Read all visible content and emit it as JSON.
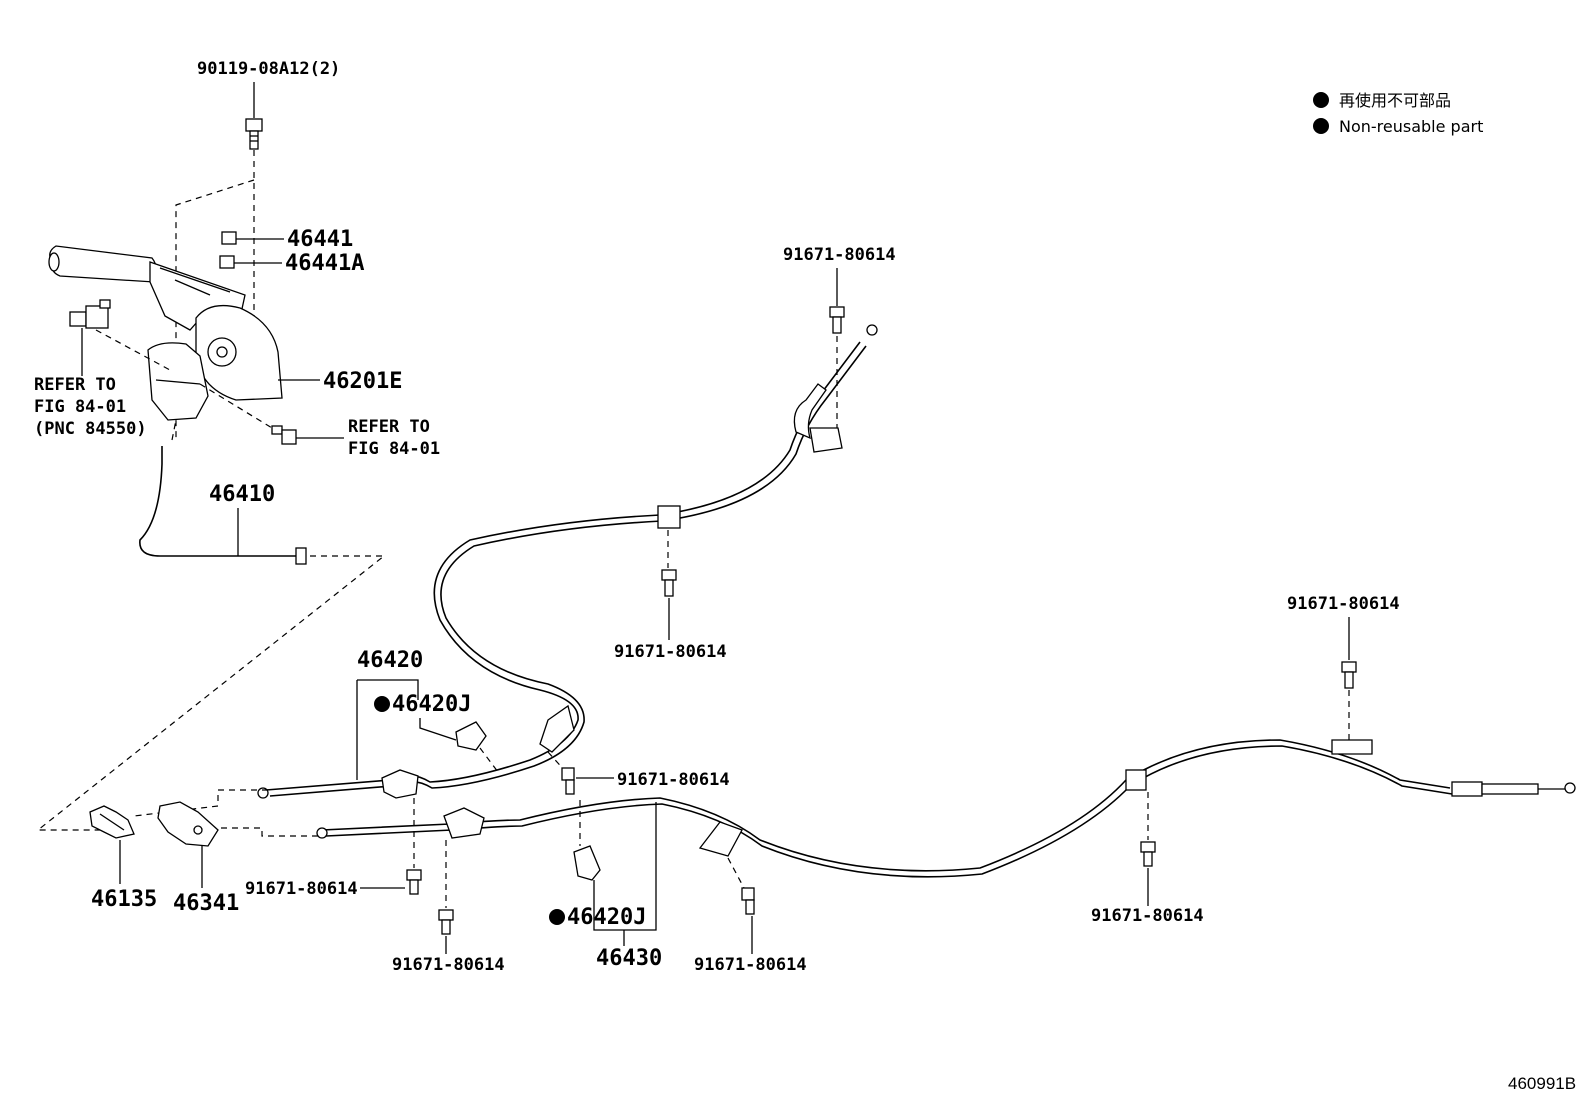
{
  "legend": {
    "marker_color": "#000000",
    "line_jp": "再使用不可部品",
    "line_en": "Non-reusable part"
  },
  "labels": {
    "bolt_top": "90119-08A12(2)",
    "p46441": "46441",
    "p46441A": "46441A",
    "p46201E": "46201E",
    "refer1_line1": "REFER TO",
    "refer1_line2": "FIG 84-01",
    "refer1_line3": "(PNC 84550)",
    "refer2_line1": "REFER TO",
    "refer2_line2": "FIG 84-01",
    "p46410": "46410",
    "p46420": "46420",
    "p46420J_a": "46420J",
    "p46420J_b": "46420J",
    "p46430": "46430",
    "p46135": "46135",
    "p46341": "46341",
    "bolt_upper": "91671-80614",
    "bolt_mid": "91671-80614",
    "bolt_right_top": "91671-80614",
    "bolt_center_clamp": "91671-80614",
    "bolt_left_lower": "91671-80614",
    "bolt_left_bottom": "91671-80614",
    "bolt_center_bottom": "91671-80614",
    "bolt_right_bottom": "91671-80614"
  },
  "footer": {
    "diagram_code": "460991B"
  }
}
